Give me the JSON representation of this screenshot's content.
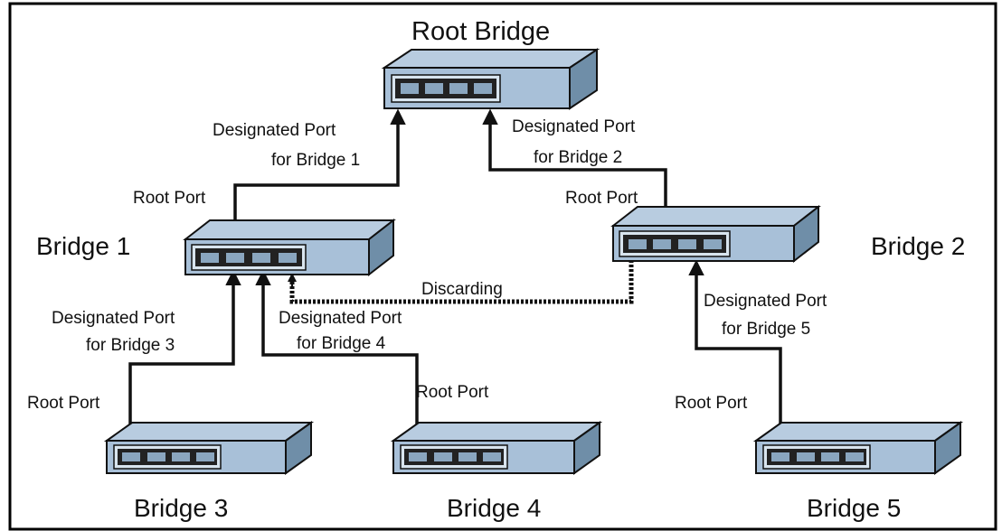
{
  "bridges": {
    "root": {
      "name": "Root Bridge"
    },
    "b1": {
      "name": "Bridge 1"
    },
    "b2": {
      "name": "Bridge 2"
    },
    "b3": {
      "name": "Bridge 3"
    },
    "b4": {
      "name": "Bridge 4"
    },
    "b5": {
      "name": "Bridge 5"
    }
  },
  "labels": {
    "dp_b1_line1": "Designated Port",
    "dp_b1_line2": "for Bridge 1",
    "dp_b2_line1": "Designated Port",
    "dp_b2_line2": "for Bridge 2",
    "rp_b1": "Root Port",
    "rp_b2": "Root Port",
    "dp_b3_line1": "Designated Port",
    "dp_b3_line2": "for Bridge 3",
    "dp_b4_line1": "Designated Port",
    "dp_b4_line2": "for Bridge 4",
    "dp_b5_line1": "Designated Port",
    "dp_b5_line2": "for Bridge 5",
    "rp_b3": "Root Port",
    "rp_b4": "Root Port",
    "rp_b5": "Root Port",
    "discarding": "Discarding"
  },
  "colors": {
    "switch_front": "#a8c0d8",
    "switch_top": "#b8cce0",
    "switch_side": "#6f8ea8",
    "port_panel": "#222222",
    "link": "#111111",
    "frame": "#000000"
  }
}
